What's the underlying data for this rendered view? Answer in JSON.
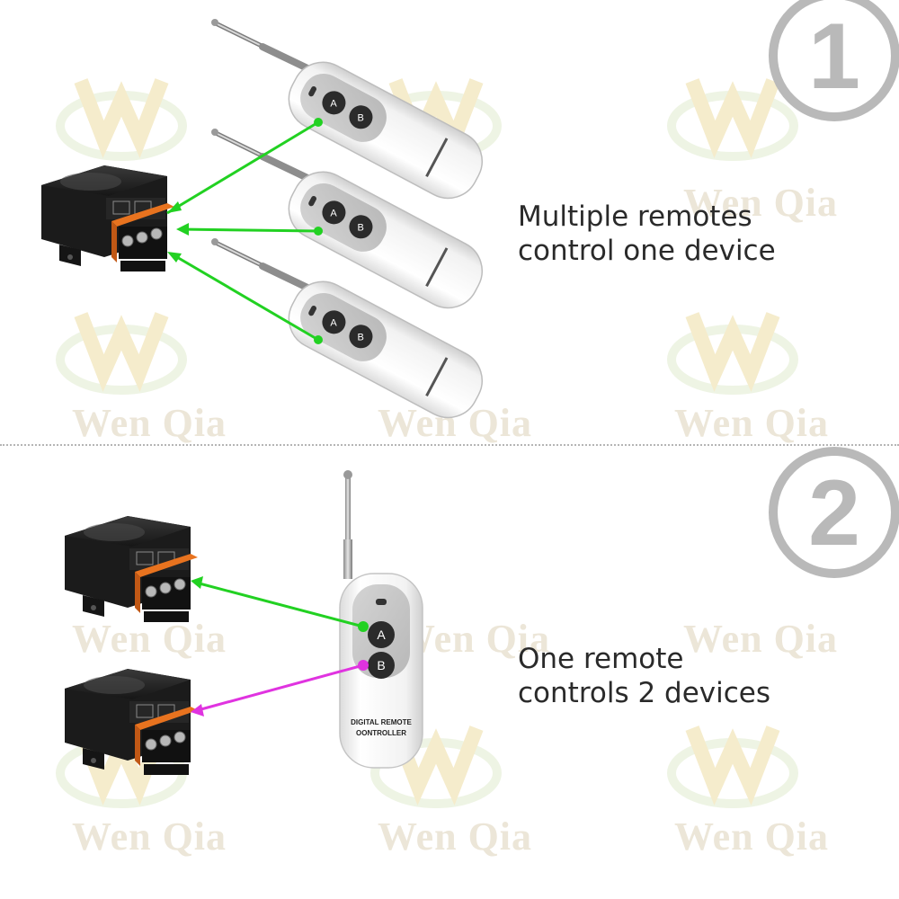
{
  "watermark": {
    "text": "Wen Qia"
  },
  "sections": [
    {
      "number": "1",
      "caption_lines": [
        "Multiple remotes",
        "control one device"
      ]
    },
    {
      "number": "2",
      "caption_lines": [
        "One remote",
        "controls 2 devices"
      ]
    }
  ],
  "remote": {
    "button_a": "A",
    "button_b": "B",
    "label_line1": "DIGITAL REMOTE",
    "label_line2": "OONTROLLER"
  },
  "colors": {
    "link_green": "#22d122",
    "link_magenta": "#e033e0",
    "receiver_body": "#1c1c1c",
    "relay_orange": "#e8731f",
    "remote_body": "#f5f5f5"
  }
}
